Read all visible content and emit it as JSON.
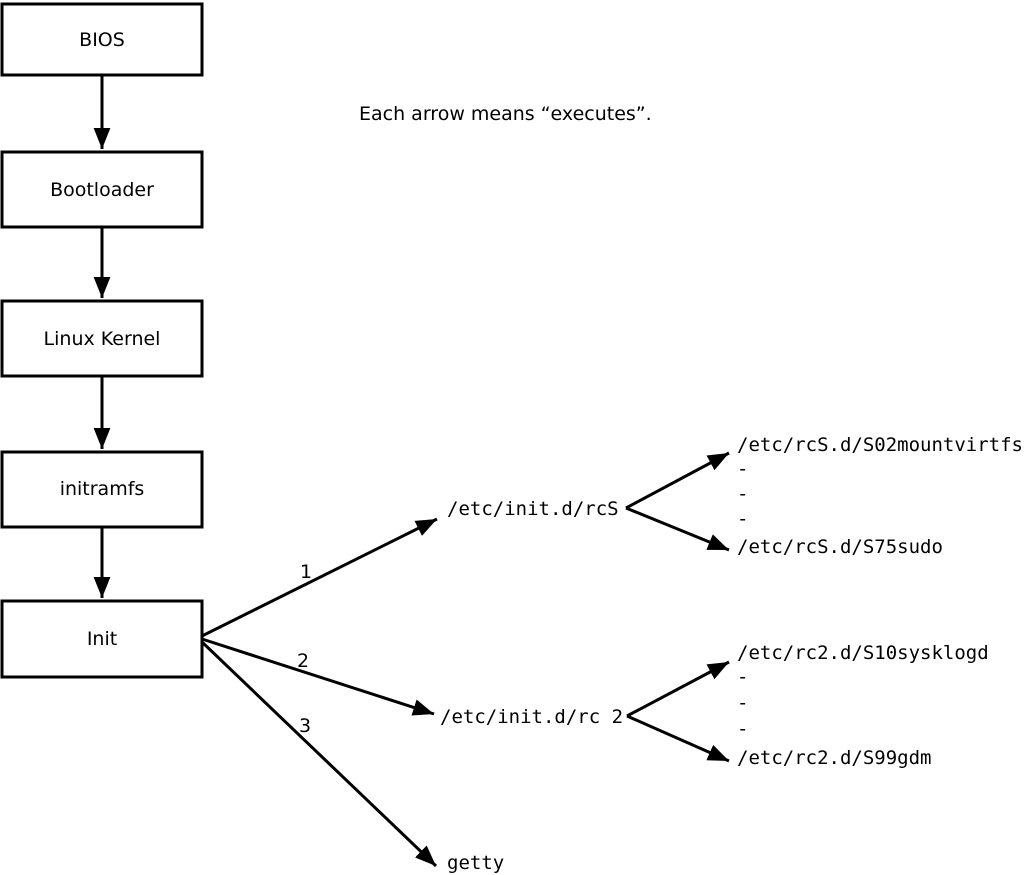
{
  "note": "Each arrow means “executes”.",
  "boot_chain": [
    {
      "label": "BIOS"
    },
    {
      "label": "Bootloader"
    },
    {
      "label": "Linux Kernel"
    },
    {
      "label": "initramfs"
    },
    {
      "label": "Init"
    }
  ],
  "init_targets": [
    {
      "order_label": "1",
      "label": "/etc/init.d/rcS"
    },
    {
      "order_label": "2",
      "label": "/etc/init.d/rc 2"
    },
    {
      "order_label": "3",
      "label": "getty"
    }
  ],
  "rcS_scripts": {
    "first": "/etc/rcS.d/S02mountvirtfs",
    "dots": [
      "-",
      "-",
      "-"
    ],
    "last": "/etc/rcS.d/S75sudo"
  },
  "rc2_scripts": {
    "first": "/etc/rc2.d/S10sysklogd",
    "dots": [
      "-",
      "-",
      "-"
    ],
    "last": "/etc/rc2.d/S99gdm"
  },
  "colors": {
    "ink": "#000000",
    "background": "#ffffff"
  }
}
